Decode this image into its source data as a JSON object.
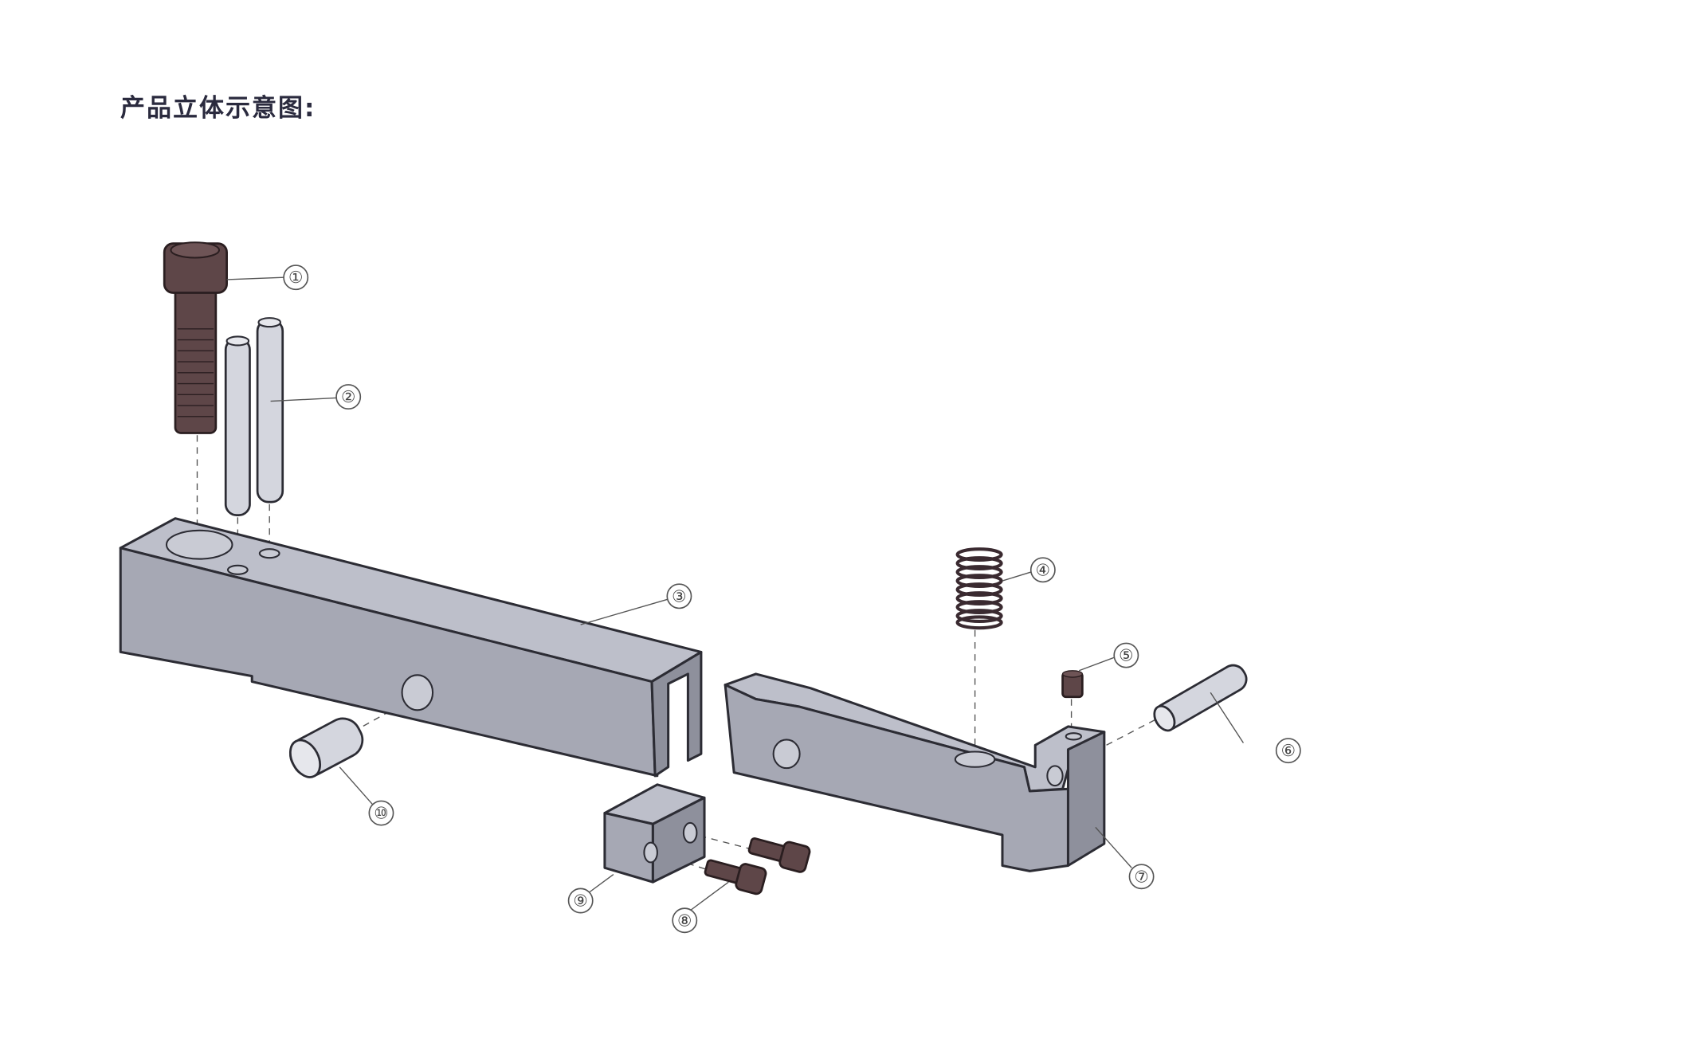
{
  "title": "产品立体示意图:",
  "callouts": [
    {
      "number": "①",
      "part": "bolt"
    },
    {
      "number": "②",
      "part": "dowel-pins"
    },
    {
      "number": "③",
      "part": "main-block"
    },
    {
      "number": "④",
      "part": "spring"
    },
    {
      "number": "⑤",
      "part": "set-screw"
    },
    {
      "number": "⑥",
      "part": "pivot-pin"
    },
    {
      "number": "⑦",
      "part": "lever"
    },
    {
      "number": "⑧",
      "part": "small-screws"
    },
    {
      "number": "⑨",
      "part": "small-block"
    },
    {
      "number": "⑩",
      "part": "short-pin"
    }
  ],
  "colors": {
    "steel": "#a6a8b4",
    "bolt": "#5e4648",
    "title": "#2a2a3e"
  }
}
